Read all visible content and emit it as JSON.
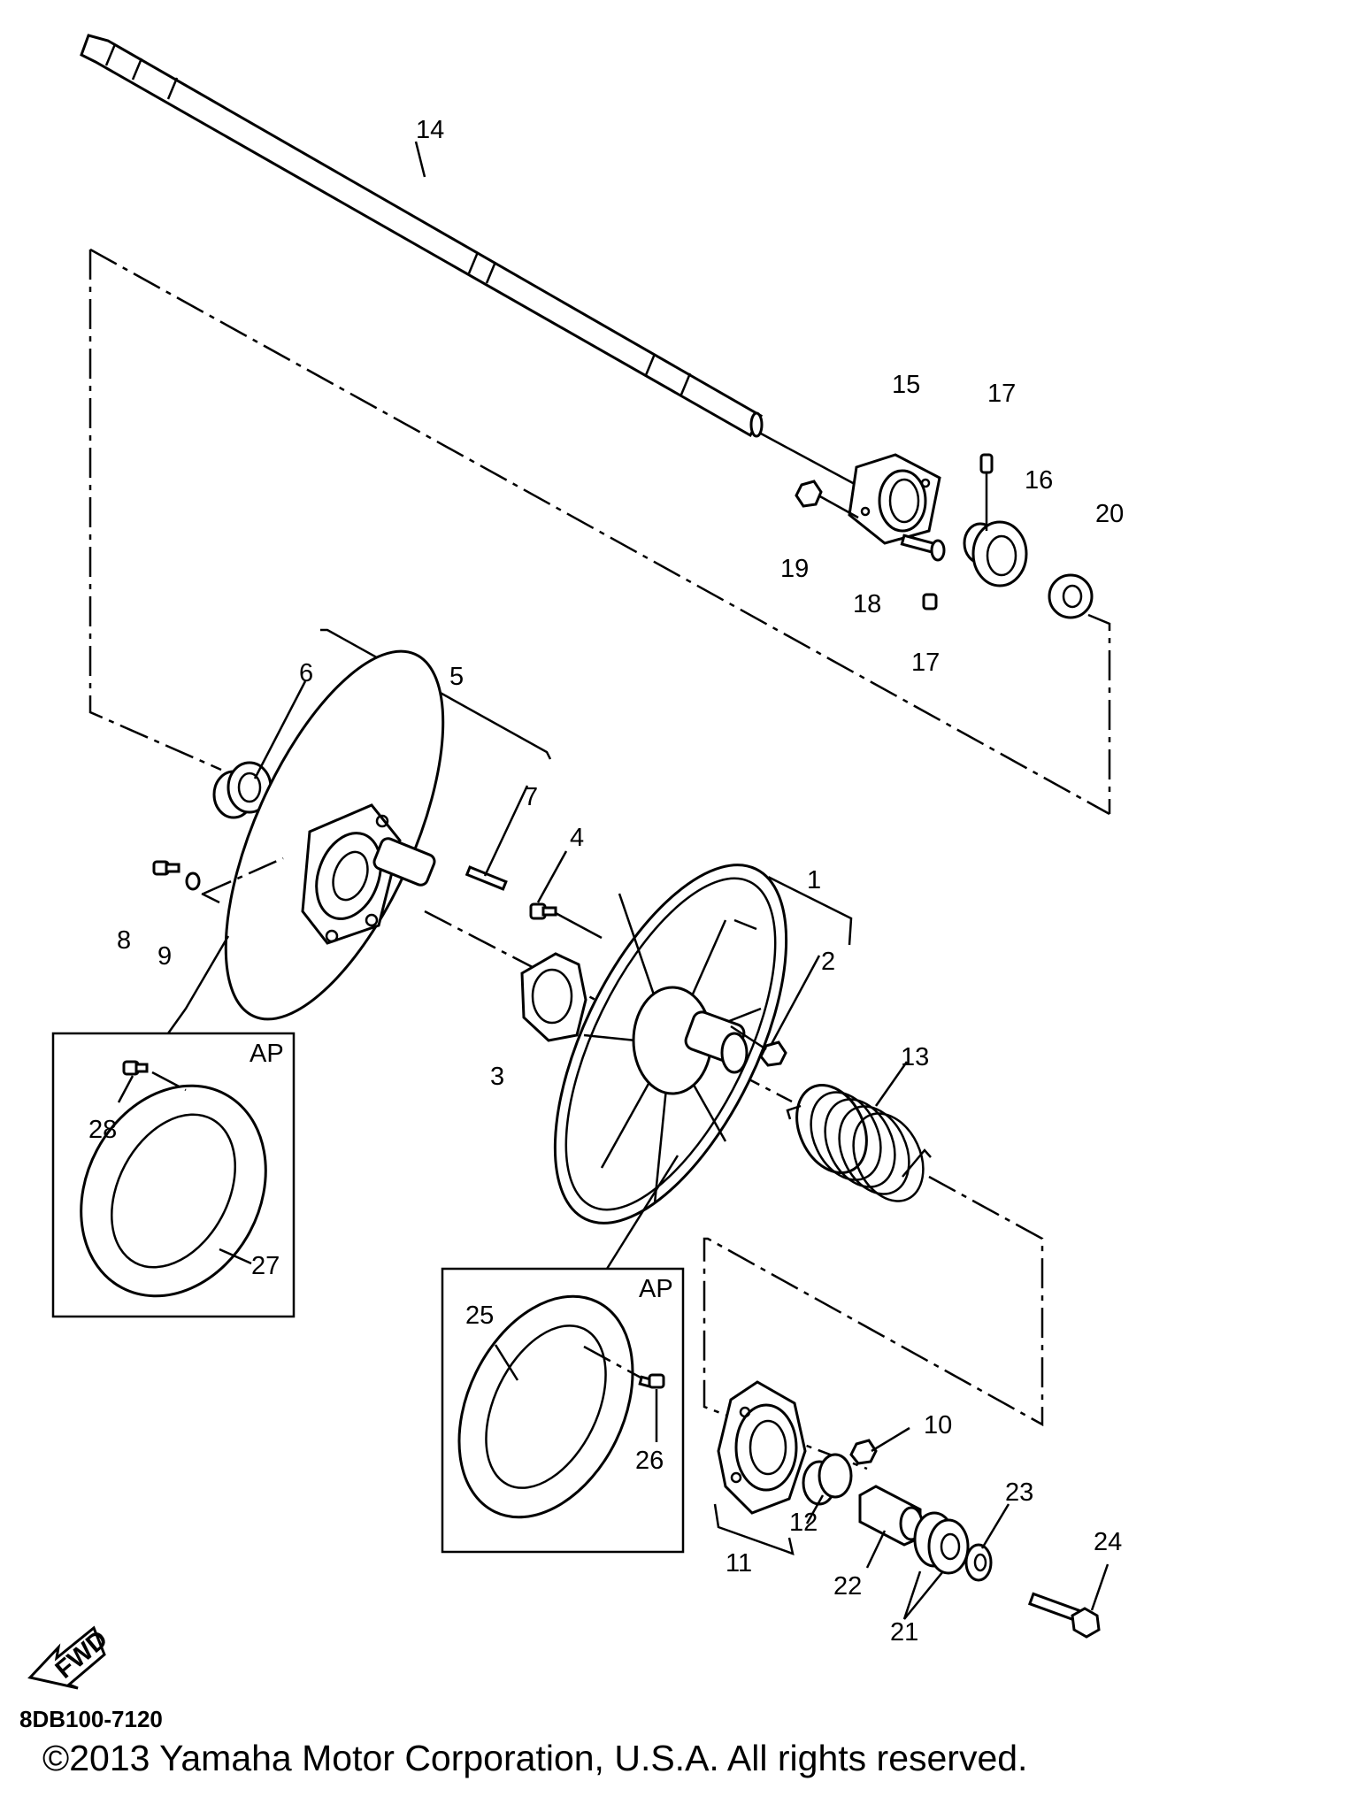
{
  "diagram": {
    "part_labels": [
      "1",
      "2",
      "3",
      "4",
      "5",
      "6",
      "7",
      "8",
      "9",
      "10",
      "11",
      "12",
      "13",
      "14",
      "15",
      "16",
      "17",
      "17",
      "18",
      "19",
      "20",
      "21",
      "22",
      "23",
      "24",
      "25",
      "26",
      "27",
      "28"
    ],
    "inset_labels": [
      "AP",
      "AP"
    ],
    "direction_arrow": "FWD",
    "diagram_code": "8DB100-7120",
    "copyright": "©2013 Yamaha Motor Corporation, U.S.A. All rights reserved."
  }
}
